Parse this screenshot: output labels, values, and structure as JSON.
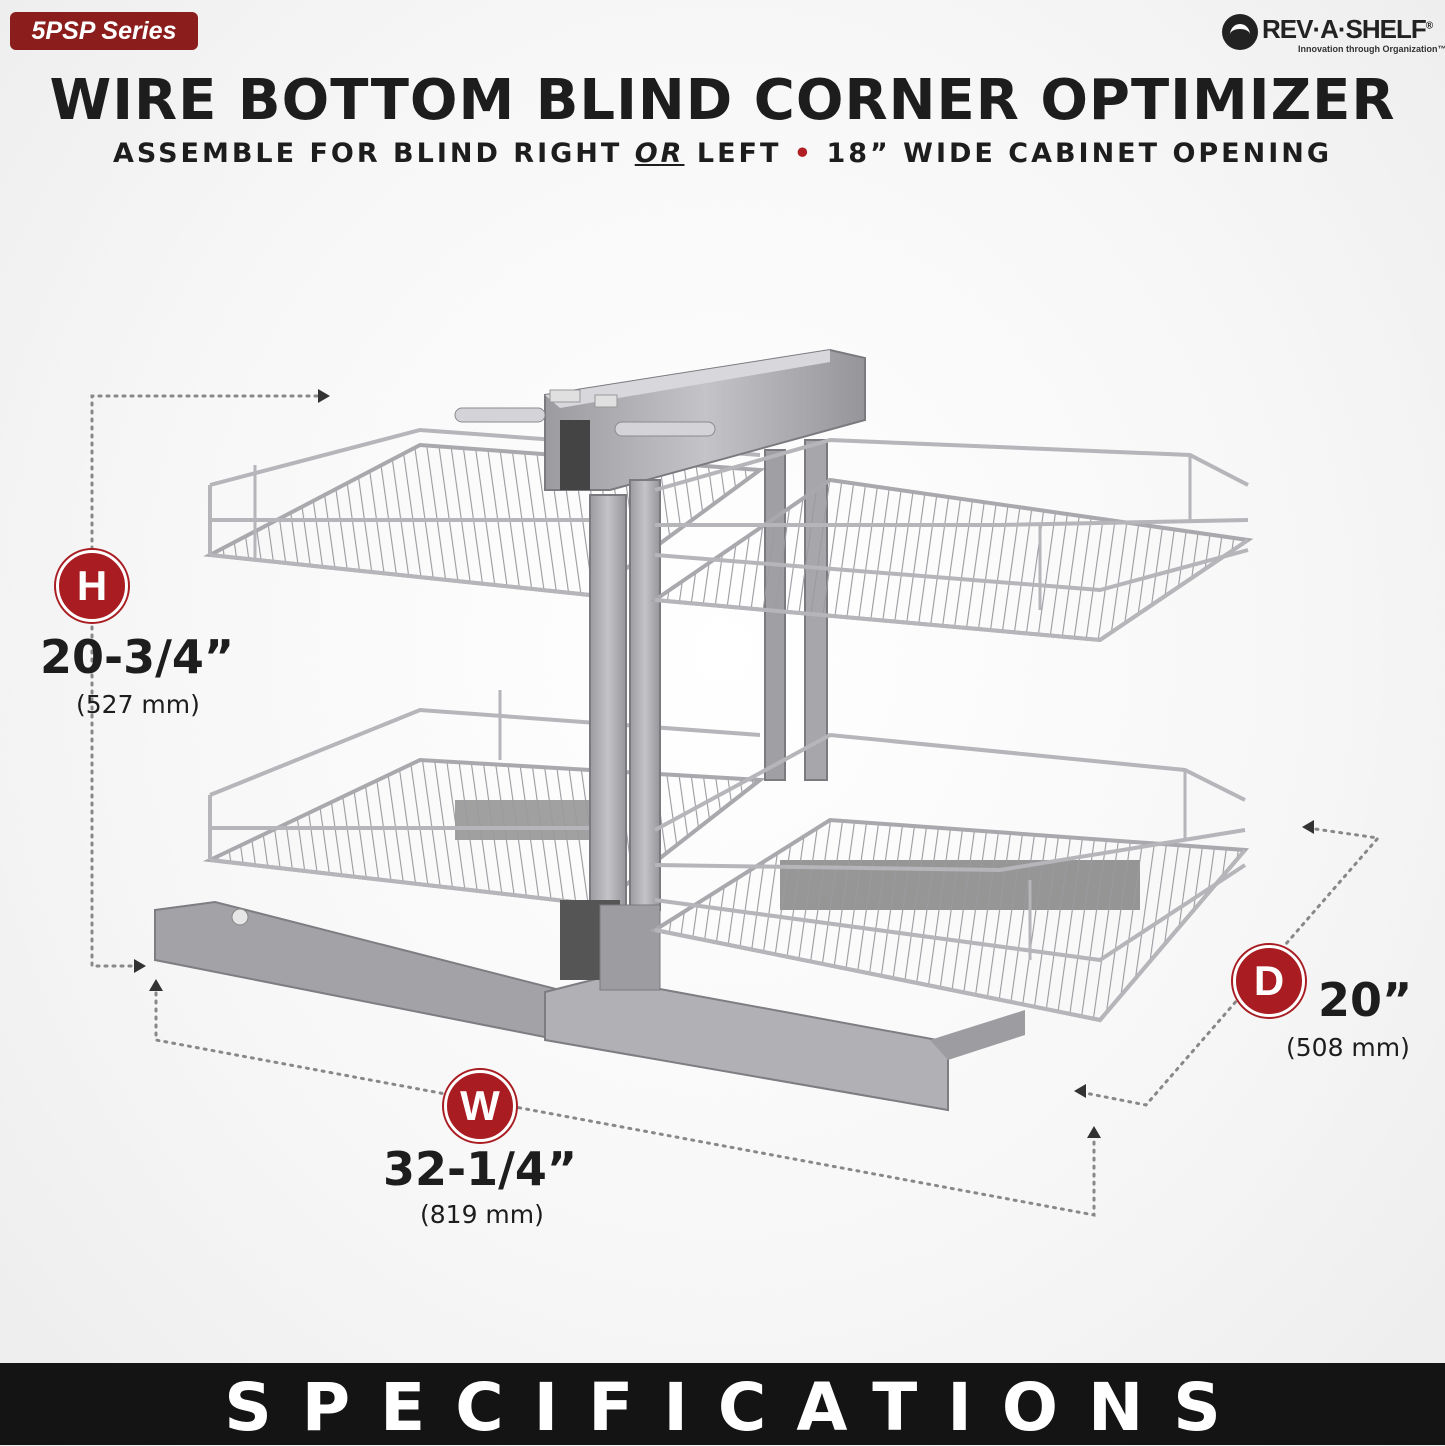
{
  "series_badge": "5PSP Series",
  "brand": {
    "name": "REV·A·SHELF",
    "mark": "®",
    "tagline": "Innovation through Organization™",
    "icon": "brand-mark-icon"
  },
  "title": "WIRE BOTTOM BLIND CORNER OPTIMIZER",
  "subtitle": {
    "part1": "ASSEMBLE FOR BLIND RIGHT ",
    "or": "OR",
    "part2": " LEFT ",
    "bullet": "•",
    "part3": " 18” WIDE CABINET OPENING"
  },
  "dimensions": {
    "height": {
      "letter": "H",
      "value": "20-3/4”",
      "metric": "(527 mm)"
    },
    "width": {
      "letter": "W",
      "value": "32-1/4”",
      "metric": "(819 mm)"
    },
    "depth": {
      "letter": "D",
      "value": "20”",
      "metric": "(508 mm)"
    }
  },
  "footer": "SPECIFICATIONS",
  "colors": {
    "accent": "#a81c22",
    "badge": "#8b1d1d",
    "footer": "#141414",
    "metal": "#a9a9ab",
    "chrome": "#c8c8cc"
  }
}
